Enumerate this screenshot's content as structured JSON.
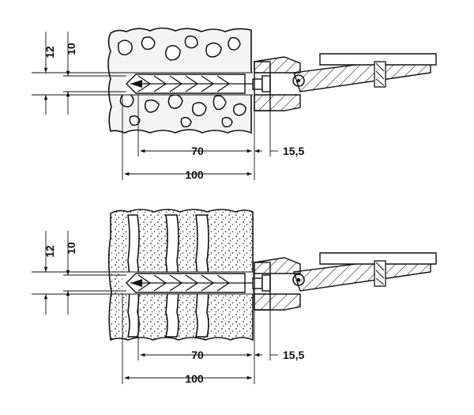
{
  "diagrams": [
    {
      "wall": "perforated-brick",
      "vertical_dims": {
        "outer": "12",
        "inner": "10"
      },
      "horizontal_dims": {
        "anchor_depth": "70",
        "projection": "15,5",
        "total_depth": "100"
      }
    },
    {
      "wall": "hollow-block",
      "vertical_dims": {
        "outer": "12",
        "inner": "10"
      },
      "horizontal_dims": {
        "anchor_depth": "70",
        "projection": "15,5",
        "total_depth": "100"
      }
    }
  ],
  "colors": {
    "line": "#111111",
    "wall_fill": "#f4f4f4",
    "hatch": "#222222",
    "background": "#ffffff"
  }
}
